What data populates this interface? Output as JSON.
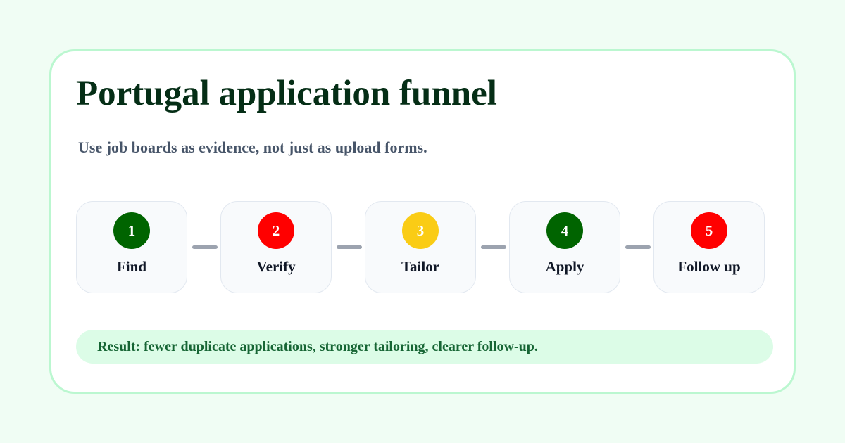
{
  "title": "Portugal application funnel",
  "subtitle": "Use job boards as evidence, not just as upload forms.",
  "steps": [
    {
      "number": "1",
      "label": "Find",
      "color": "#006400"
    },
    {
      "number": "2",
      "label": "Verify",
      "color": "#ff0000"
    },
    {
      "number": "3",
      "label": "Tailor",
      "color": "#facc15"
    },
    {
      "number": "4",
      "label": "Apply",
      "color": "#006400"
    },
    {
      "number": "5",
      "label": "Follow up",
      "color": "#ff0000"
    }
  ],
  "result": "Result: fewer duplicate applications, stronger tailoring, clearer follow-up.",
  "colors": {
    "background": "#f0fdf4",
    "card_border": "#bbf7d0",
    "title": "#052e16",
    "result_bg": "#dcfce7",
    "result_text": "#166534",
    "connector": "#9ca3af"
  }
}
